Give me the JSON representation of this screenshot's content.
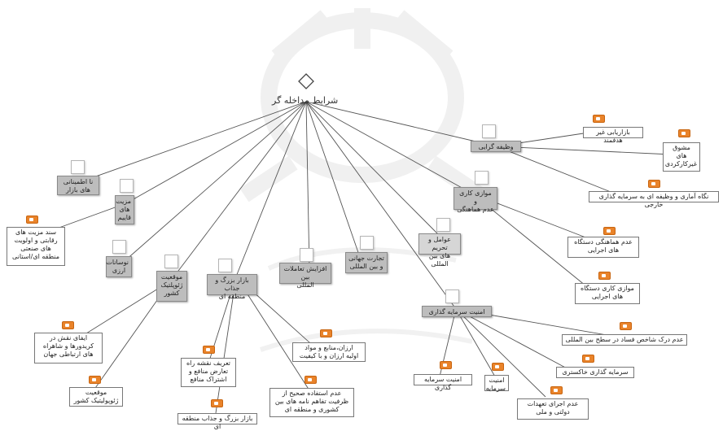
{
  "root": {
    "label": "شرایط مداخله گر",
    "icon": "diamond-icon"
  },
  "icons": {
    "node_box": "empty-checkbox-icon",
    "leaf_tag": "orange-tag-icon"
  },
  "nodes": {
    "vazife": "وظیفه گرایی",
    "movazi": "موازی کاری و\nعدم هماهنگی",
    "avamel": "عوامل و تحریم\nهای بین المللی",
    "tejarat": "تجارت جهانی\nو بین المللی",
    "afzayesh": "افزایش تعاملات بین\nالمللی",
    "bazar": "بازار بزرگ و جذاب\nمنطقه ای",
    "mogheiat": "موقعیت\nژئوپلتیک\nکشور",
    "nosanat": "نوسانات\nارزی",
    "mazit": "مزیت\nهای\nقاییم",
    "naetminani": "نا اطمینانی\nهای بازار",
    "amniat": "امنیت سرمایه گذاری"
  },
  "leaves": {
    "bazaryabi": "بازاریابی غیر هدفمند",
    "mashkuk": "مشوق\nهای\nغیرکارکردی",
    "negah": "نگاه آماری و وظیفه ای به سرمایه گذاری خارجی",
    "adamhamahangi": "عدم هماهنگی دستگاه\nهای اجرایی",
    "movazikari": "موازی کاری دستگاه\nهای اجرایی",
    "adamdark": "عدم درک شاخص فساد در سطح بین المللی",
    "khakestari": "سرمایه گذاری خاکستری",
    "tahadot": "عدم اجرای تعهدات\nدولتی و ملی",
    "amniat_child": "امنیت\nسرمایه",
    "amniat_gozari": "امنیت سرمایه گذاری",
    "arzani": "ارزان،منابع و مواد\nاولیه ارزان و با کیفیت",
    "estefade": "عدم استفاده صحیح از\nظرفیت تفاهم نامه های بین\nکشوری و منطقه ای",
    "bazarbozorg": "بازار بزرگ و جذاب منطقه ای",
    "tarif": "تعریف نقشه راه\nتعارض منافع و\nاشتراک منافع",
    "mogheiat_leaf": "موقعیت\nژئوپولیتیک کشور",
    "ifa": "ایفای نقش در\nکریدورها و شاهراه\nهای ارتباطی جهان",
    "sanad": "سند مزیت های\nرقابتی و اولویت\nهای صنعتی\nمنطقه ای/استانی"
  }
}
